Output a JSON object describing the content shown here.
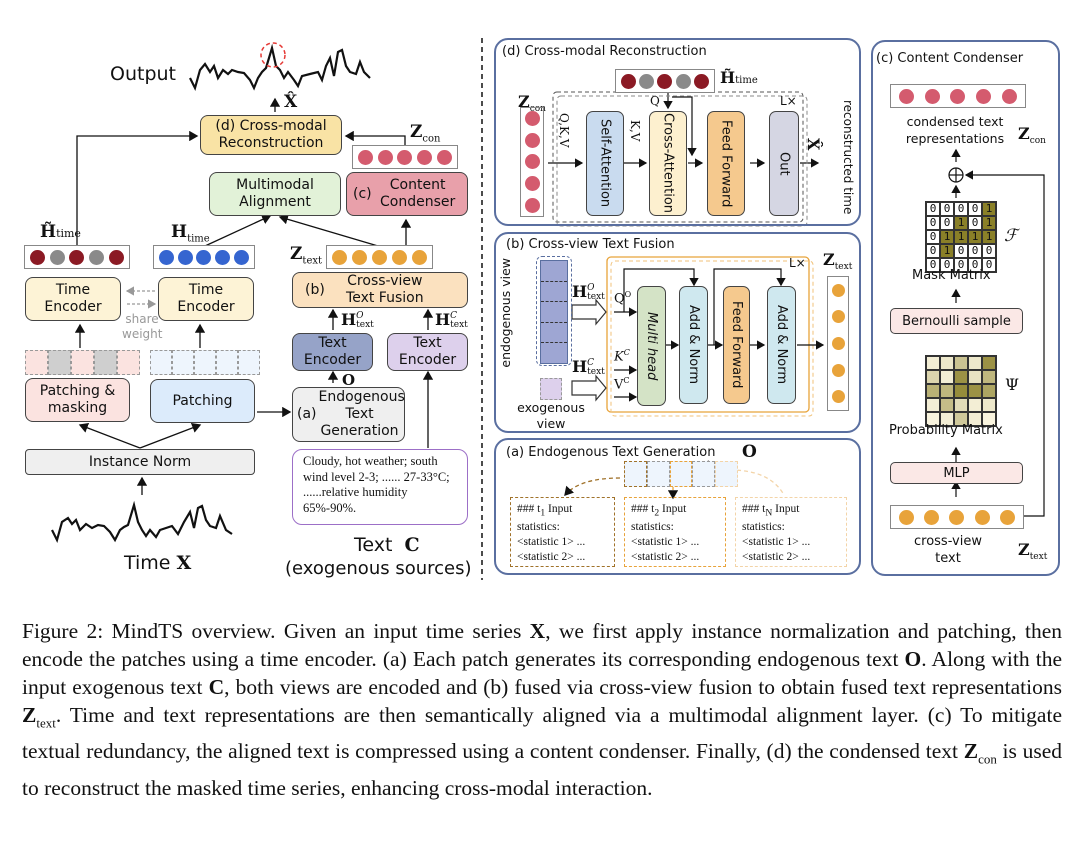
{
  "colors": {
    "dark_red": "#8b1a24",
    "gray": "#8a8a8a",
    "blue": "#3565d0",
    "orange": "#e8a33a",
    "pink_dot": "#d45b6e",
    "yellow_box": "#f9e3a5",
    "green_box": "#e2f2d8",
    "pink_box": "#e8a0aa",
    "peach_box": "#fbe1bf",
    "slate_box": "#96a3c8",
    "lavender_box": "#ddd0ec",
    "patch_pink": "#fbe3e0",
    "patch_blue": "#dcebfb",
    "norm_gray": "#efefef",
    "panel_border": "#5a6fa0",
    "mask_on": "#8a8028"
  },
  "left": {
    "output_label": "Output",
    "xhat": "X̂",
    "recon_box": "(d) Cross-modal Reconstruction",
    "zcon": "Z",
    "zcon_sub": "con",
    "align_box": "Multimodal Alignment",
    "condenser_tag": "(c)",
    "condenser_box": "Content Condenser",
    "htilde": "H̃",
    "htilde_sub": "time",
    "h": "H",
    "h_sub": "time",
    "ztext": "Z",
    "ztext_sub": "text",
    "fusion_tag": "(b)",
    "fusion_box": "Cross-view Text Fusion",
    "time_encoder_1": "Time Encoder",
    "time_encoder_2": "Time Encoder",
    "share_weight": "share weight",
    "ho": "H",
    "ho_sup": "O",
    "ho_sub": "text",
    "hc": "H",
    "hc_sup": "C",
    "hc_sub": "text",
    "text_encoder_1": "Text Encoder",
    "text_encoder_2": "Text Encoder",
    "o_label": "O",
    "patch_mask_box": "Patching & masking",
    "patch_box": "Patching",
    "endo_tag": "(a)",
    "endo_box": "Endogenous Text Generation",
    "instance_norm": "Instance Norm",
    "exo_text": "Cloudy, hot weather; south wind level 2-3; ...... 27-33°C; ......relative humidity 65%-90%.",
    "time_label": "Time",
    "time_var": "X",
    "text_label": "Text",
    "text_var": "C",
    "exo_sources": "(exogenous sources)"
  },
  "panel_d": {
    "title": "(d) Cross-modal Reconstruction",
    "htilde": "H̃",
    "htilde_sub": "time",
    "zcon": "Z",
    "zcon_sub": "con",
    "qkv": "Q,K,V",
    "kv": "K,V",
    "q": "Q",
    "lx": "L×",
    "self_attn": "Self-Attention",
    "cross_attn": "Cross-Attention",
    "ff": "Feed Forward",
    "out": "Out",
    "xhat": "X̂",
    "reconstructed": "reconstructed time"
  },
  "panel_b": {
    "title": "(b) Cross-view Text Fusion",
    "endo_view": "endogenous view",
    "exo_view": "exogenous view",
    "ho": "H",
    "ho_sup": "O",
    "ho_sub": "text",
    "hc": "H",
    "hc_sup": "C",
    "hc_sub": "text",
    "qo": "Q",
    "qo_sup": "O",
    "kc": "K",
    "kc_sup": "C",
    "vc": "V",
    "vc_sup": "C",
    "multi_head": "Multi head",
    "add_norm_1": "Add & Norm",
    "ff": "Feed Forward",
    "add_norm_2": "Add & Norm",
    "lx": "L×",
    "ztext": "Z",
    "ztext_sub": "text"
  },
  "panel_a": {
    "title": "(a) Endogenous Text Generation",
    "o": "O",
    "cards": [
      {
        "head": "### t",
        "sub": "1",
        "tail": " Input",
        "l2": "statistics:",
        "l3": "<statistic 1> ...",
        "l4": "<statistic 2> ..."
      },
      {
        "head": "### t",
        "sub": "2",
        "tail": " Input",
        "l2": "statistics:",
        "l3": "<statistic 1> ...",
        "l4": "<statistic 2> ..."
      },
      {
        "head": "### t",
        "sub": "N",
        "tail": " Input",
        "l2": "statistics:",
        "l3": "<statistic 1> ...",
        "l4": "<statistic 2> ..."
      }
    ]
  },
  "panel_c": {
    "title": "(c) Content Condenser",
    "condensed": "condensed text representations",
    "zcon": "Z",
    "zcon_sub": "con",
    "oplus": "⊕",
    "mask_matrix": [
      [
        0,
        0,
        0,
        0,
        1
      ],
      [
        0,
        0,
        1,
        0,
        1
      ],
      [
        0,
        1,
        1,
        1,
        1
      ],
      [
        0,
        1,
        0,
        0,
        0
      ],
      [
        0,
        0,
        0,
        0,
        0
      ]
    ],
    "f_symbol": "ℱ",
    "mask_label": "Mask Matrix",
    "bernoulli": "Bernoulli sample",
    "prob_matrix": [
      [
        0.1,
        0.15,
        0.45,
        0.15,
        0.85
      ],
      [
        0.3,
        0.1,
        0.85,
        0.2,
        0.55
      ],
      [
        0.6,
        0.55,
        0.9,
        0.85,
        0.7
      ],
      [
        0.1,
        0.5,
        0.25,
        0.1,
        0.15
      ],
      [
        0.05,
        0.1,
        0.4,
        0.1,
        0.05
      ]
    ],
    "psi": "Ψ",
    "prob_label": "Probability Matrix",
    "mlp": "MLP",
    "crossview": "cross-view text",
    "ztext": "Z",
    "ztext_sub": "text"
  },
  "caption": {
    "p1": "Figure 2: MindTS overview. Given an input time series ",
    "x": "X",
    "p2": ", we first apply instance normalization and patching, then encode the patches using a time encoder. (a) Each patch generates its corresponding endogenous text ",
    "o": "O",
    "p3": ". Along with the input exogenous text ",
    "c": "C",
    "p4": ", both views are encoded and (b) fused via cross-view fusion to obtain fused text representations ",
    "z": "Z",
    "zsub": "text",
    "p5": ". Time and text representations are then semantically aligned via a multimodal alignment layer. (c) To mitigate textual redundancy, the aligned text is compressed using a content condenser. Finally, (d) the condensed text ",
    "z2": "Z",
    "z2sub": "con",
    "p6": " is used to reconstruct the masked time series, enhancing cross-modal interaction."
  }
}
